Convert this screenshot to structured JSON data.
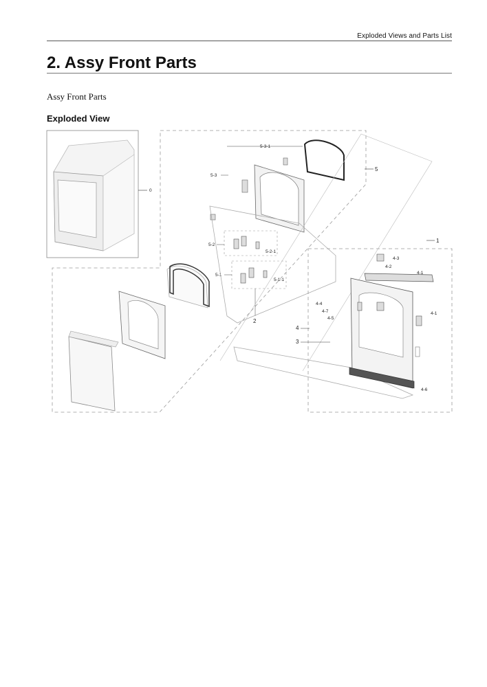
{
  "header": {
    "text": "Exploded Views and Parts List"
  },
  "page": {
    "title": "2.  Assy Front Parts",
    "subtitle": "Assy Front Parts",
    "section_heading": "Exploded View"
  },
  "callouts": {
    "c0": "0",
    "c1": "1",
    "c2": "2",
    "c3": "3",
    "c4": "4",
    "c5": "5",
    "c5_1": "5-1",
    "c5_1_1": "5-1-1",
    "c5_2": "5-2",
    "c5_2_1": "5-2-1",
    "c5_3": "5-3",
    "c5_3_1": "5-3-1",
    "c4_1a": "4-1",
    "c4_1b": "4-1",
    "c4_2": "4-2",
    "c4_3": "4-3",
    "c4_4": "4-4",
    "c4_5": "4-5",
    "c4_6": "4-6",
    "c4_7": "4-7"
  }
}
